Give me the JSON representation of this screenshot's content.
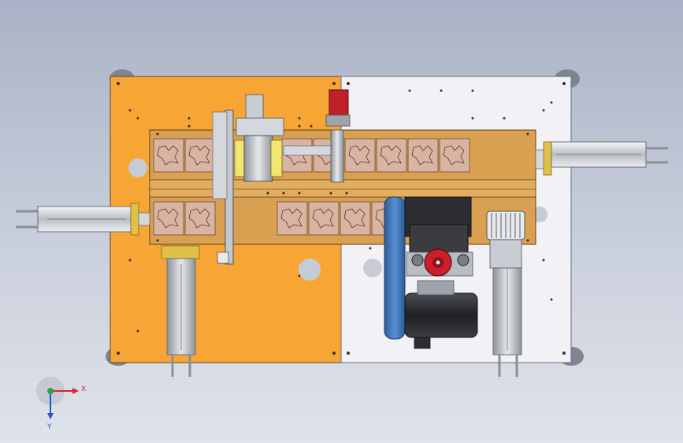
{
  "viewport": {
    "background_top": "#a9b2c6",
    "background_bottom": "#dfe3ea"
  },
  "model": {
    "left_plate_color": "#f7a535",
    "right_plate_color": "#f2f2f6",
    "frame_color": "#d9a052",
    "pocket_color": "#d9b3a4",
    "motor_color": "#2d2f33",
    "belt_color": "#3a6fb0",
    "stepper_color": "#c0202a",
    "handwheel_color": "#cc1f2a",
    "silver_color": "#c8ccd2",
    "cylinder_color": "#d9dde3",
    "left_upper_pockets": 2,
    "right_upper_pockets": 6,
    "left_lower_pockets": 2,
    "right_lower_pockets": 4
  },
  "triad": {
    "x_label": "X",
    "y_label": "Y",
    "x_color": "#d8262a",
    "y_color": "#2a4fd0",
    "z_color": "#2fa33a"
  }
}
